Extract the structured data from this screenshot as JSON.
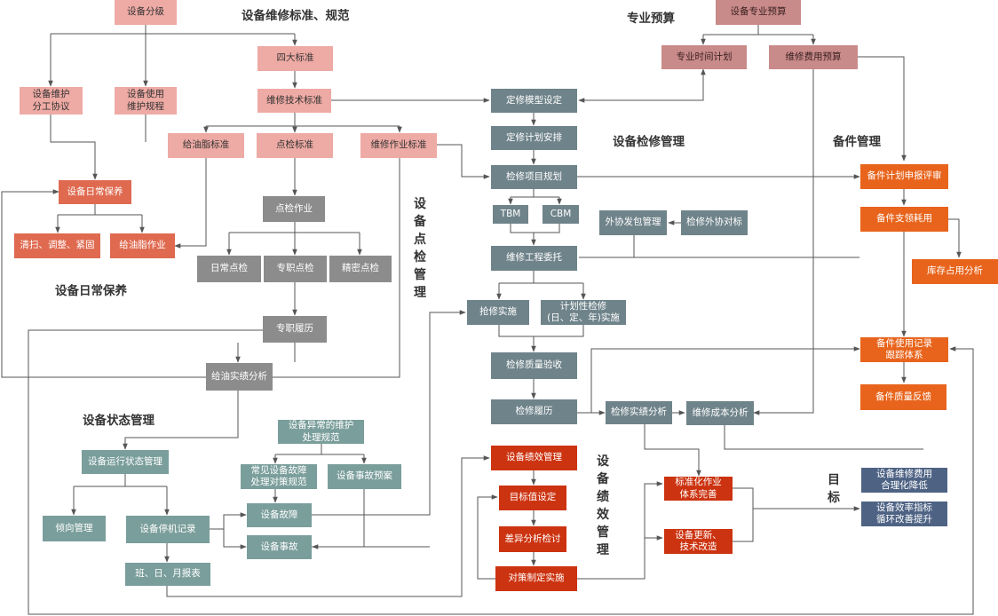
{
  "titles": {
    "standards": "设备维修标准、规范",
    "budget": "专业预算",
    "repair": "设备检修管理",
    "spares": "备件管理",
    "daily": "设备日常保养",
    "inspection": "设备点检管理",
    "status": "设备状态管理",
    "performance": "设备绩效管理",
    "goal": "目标"
  },
  "boxes": {
    "classify": "设备分级",
    "four_standards": "四大标准",
    "maint_agreement": "设备维护\n分工协议",
    "use_rules": "设备使用\n维护规程",
    "tech_standard": "维修技术标准",
    "grease_standard": "给油脂标准",
    "insp_standard": "点检标准",
    "work_standard": "维修作业标准",
    "daily_maint": "设备日常保养",
    "clean": "清扫、调整、紧固",
    "grease_work": "给油脂作业",
    "insp_work": "点检作业",
    "daily_insp": "日常点检",
    "prof_insp": "专职点检",
    "precise_insp": "精密点检",
    "prof_record": "专职履历",
    "grease_analysis": "给油实绩分析",
    "abnormal_spec": "设备异常的维护\n处理规范",
    "fault_countermeasure": "常见设备故障\n处理对策规范",
    "accident_plan": "设备事故预案",
    "run_status": "设备运行状态管理",
    "tendency": "倾向管理",
    "downtime": "设备停机记录",
    "fault": "设备故障",
    "accident": "设备事故",
    "report": "班、日、月报表",
    "prof_budget": "设备专业预算",
    "time_plan": "专业时间计划",
    "cost_budget": "维修费用预算",
    "model_setting": "定修模型设定",
    "plan_schedule": "定修计划安排",
    "item_plan": "检修项目规划",
    "tbm": "TBM",
    "cbm": "CBM",
    "outsource": "外协发包管理",
    "outsource_bid": "检修外协对标",
    "commission": "维修工程委托",
    "emergency": "抢修实施",
    "planned": "计划性检修\n(日、定、年)实施",
    "quality_accept": "检修质量验收",
    "repair_record": "检修履历",
    "repair_analysis": "检修实绩分析",
    "cost_analysis": "维修成本分析",
    "spare_plan": "备件计划申报评审",
    "spare_use": "备件支领耗用",
    "inventory": "库存占用分析",
    "usage_track": "备件使用记录\n跟踪体系",
    "quality_feedback": "备件质量反馈",
    "perf_mgmt": "设备绩效管理",
    "target_set": "目标值设定",
    "gap_analysis": "差异分析检讨",
    "countermeasure": "对策制定实施",
    "standard_work": "标准化作业\n体系完善",
    "update": "设备更新、\n技术改造",
    "goal_cost": "设备维修费用\n合理化降低",
    "goal_eff": "设备效率指标\n循环改善提升"
  },
  "colors": {
    "pink": "#eeaaa4",
    "rose": "#c98a8a",
    "slate": "#6f838a",
    "grey": "#8c8c8c",
    "teal": "#7a9e9b",
    "coral": "#df6a50",
    "orange": "#e8641c",
    "red": "#cc3310",
    "navy": "#4e6384",
    "line": "#555555"
  }
}
